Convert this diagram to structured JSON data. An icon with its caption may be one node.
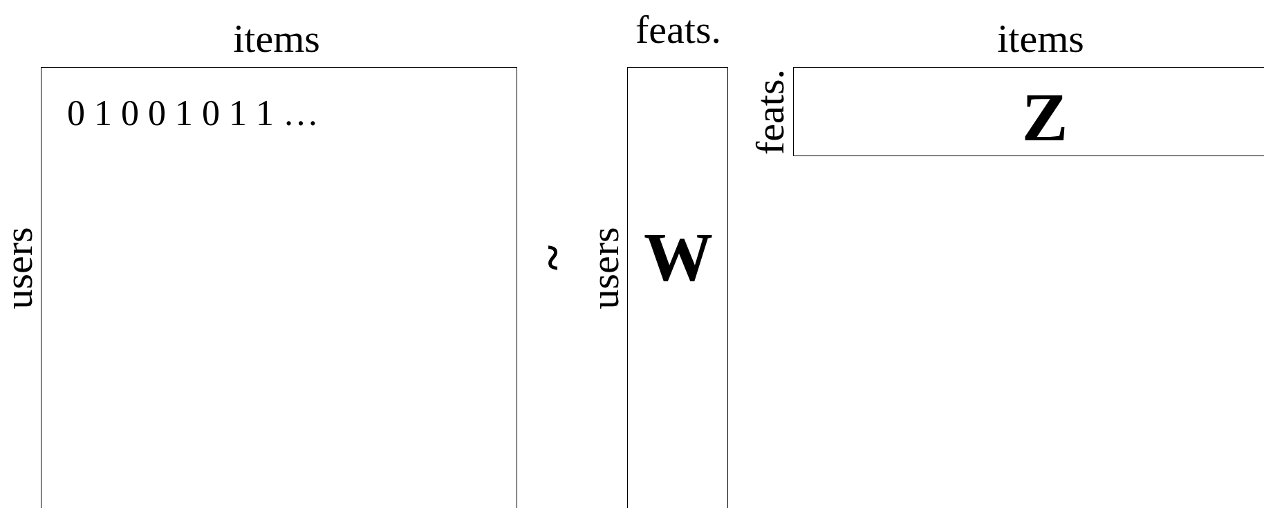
{
  "diagram": {
    "nodes": [
      {
        "text": [
          "items",
          "users",
          "0 1 0 0 1 0 1 1 …"
        ]
      },
      {
        "text": [
          "feats.",
          "users",
          "W"
        ]
      },
      {
        "text": [
          "items",
          "feats.",
          "Z"
        ]
      }
    ],
    "labels": [
      "~"
    ]
  }
}
